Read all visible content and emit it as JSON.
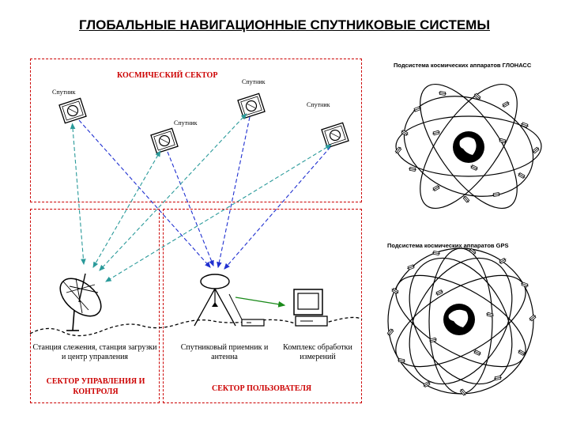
{
  "title": "ГЛОБАЛЬНЫЕ НАВИГАЦИОННЫЕ СПУТНИКОВЫЕ СИСТЕМЫ",
  "space_sector": {
    "label": "КОСМИЧЕСКИЙ СЕКТОР",
    "satellite_label": "Спутник"
  },
  "control_sector": {
    "label": "СЕКТОР УПРАВЛЕНИЯ И КОНТРОЛЯ",
    "station_caption": "Станция слежения, станция загрузки и центр управления"
  },
  "user_sector": {
    "label": "СЕКТОР ПОЛЬЗОВАТЕЛЯ",
    "receiver_caption": "Спутниковый приемник и антенна",
    "complex_caption": "Комплекс обработки измерений"
  },
  "glonass": {
    "label": "Подсистема космических аппаратов ГЛОНАСС"
  },
  "gps": {
    "label": "Подсистема космических аппаратов GPS"
  },
  "colors": {
    "frame": "#cc0000",
    "blue": "#1f2fd0",
    "teal": "#2a9a9a",
    "green": "#1a8a1a"
  }
}
